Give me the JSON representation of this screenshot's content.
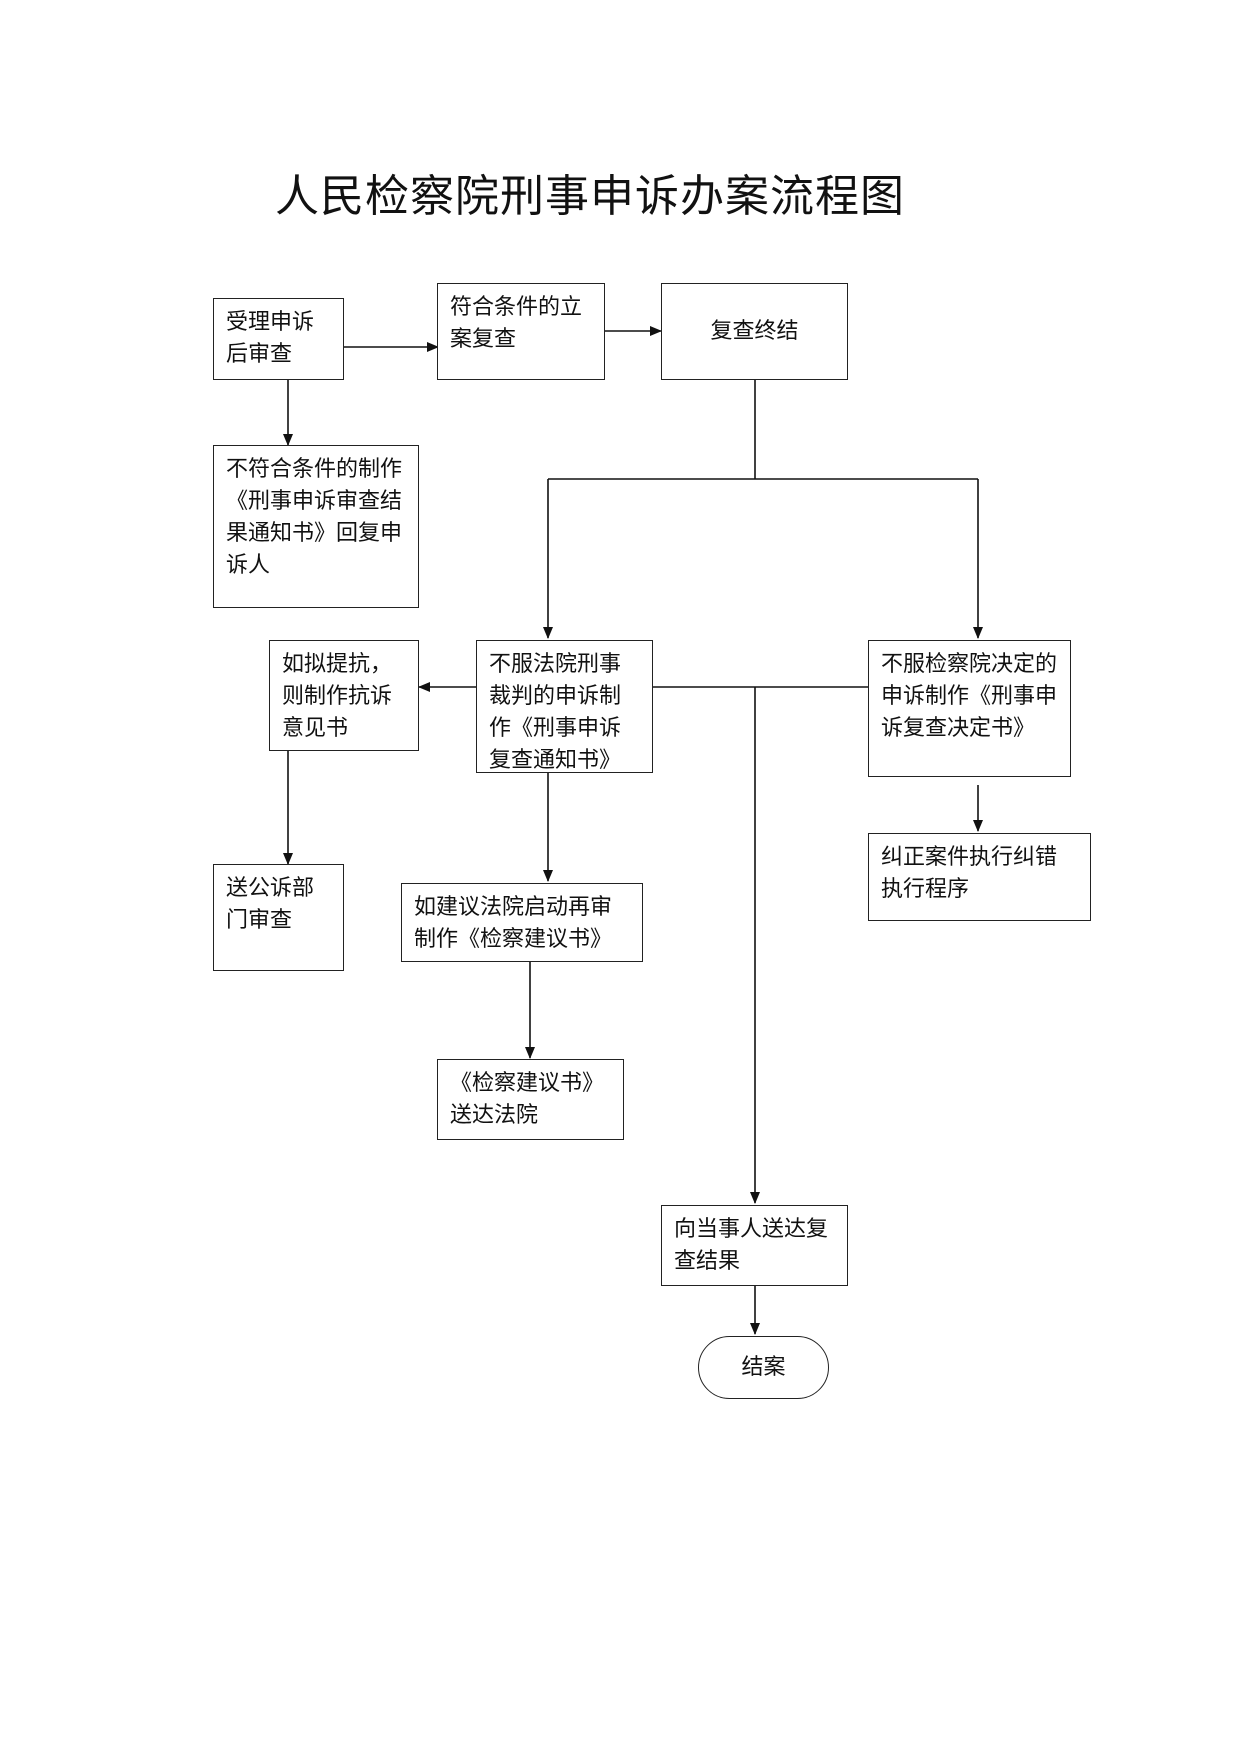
{
  "title": "人民检察院刑事申诉办案流程图",
  "nodes": {
    "accept_review": "受理申诉后审查",
    "not_eligible": "不符合条件的制作《刑事申诉审查结果通知书》回复申诉人",
    "eligible_review": "符合条件的立案复查",
    "review_conclusion": "复查终结",
    "dispute_court_judgment": "不服法院刑事裁判的申诉制作《刑事申诉复查通知书》",
    "dispute_procuratorate_decision": "不服检察院决定的申诉制作《刑事申诉复查决定书》",
    "propose_protest": "如拟提抗，则制作抗诉意见书",
    "send_prosecution_dept": "送公诉部门审查",
    "suggest_retrial": "如建议法院启动再审制作《检察建议书》",
    "deliver_suggestion": "《检察建议书》送达法院",
    "correct_execution": "纠正案件执行纠错执行程序",
    "deliver_result": "向当事人送达复查结果",
    "close_case": "结案"
  }
}
